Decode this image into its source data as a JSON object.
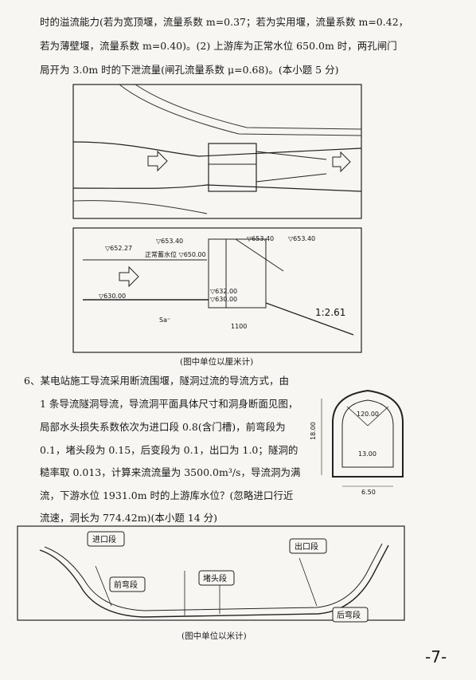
{
  "q5_text": {
    "line1": "时的溢流能力(若为宽顶堰，流量系数 m=0.37；若为实用堰，流量系数 m=0.42，",
    "line2": "若为薄壁堰，流量系数 m=0.40)。(2) 上游库为正常水位 650.0m 时，两孔闸门",
    "line3": "局开为 3.0m 时的下泄流量(闸孔流量系数 μ=0.68)。(本小题 5 分)"
  },
  "fig1": {
    "caption": "(图中单位以厘米计)",
    "labels": {
      "elev_65340": "▽653.40",
      "elev_65227": "▽652.27",
      "normal_level": "正常蓄水位 ▽650.00",
      "elev_63000": "▽630.00",
      "elev_63000b": "▽630.00",
      "elev_63200": "▽632.00",
      "slope": "1:2.61",
      "width_1100": "1100",
      "sa_label": "Sa⁼"
    }
  },
  "q6_text": {
    "line1": "6、某电站施工导流采用断流围堰，隧洞过流的导流方式，由",
    "line2": "1 条导流隧洞导流，导流洞平面具体尺寸和洞身断面见图，",
    "line3": "局部水头损失系数依次为进口段 0.8(含门槽)，前弯段为",
    "line4": "0.1，堵头段为 0.15，后变段为 0.1，出口为 1.0；隧洞的",
    "line5": "糙率取 0.013，计算来流流量为 3500.0m³/s，导流洞为满",
    "line6": "流，下游水位 1931.0m 时的上游库水位？(忽略进口行近",
    "line7": "流速，洞长为 774.42m)(本小题 14 分)"
  },
  "section": {
    "dims": [
      "120.00",
      "13.00",
      "18.00",
      "6.50"
    ]
  },
  "fig3": {
    "caption": "(图中单位以米计)",
    "zones": {
      "inlet": "进口段",
      "front_bend": "前弯段",
      "plug": "堵头段",
      "outlet": "出口段",
      "rear_bend": "后弯段"
    }
  },
  "page_number": "-7-"
}
